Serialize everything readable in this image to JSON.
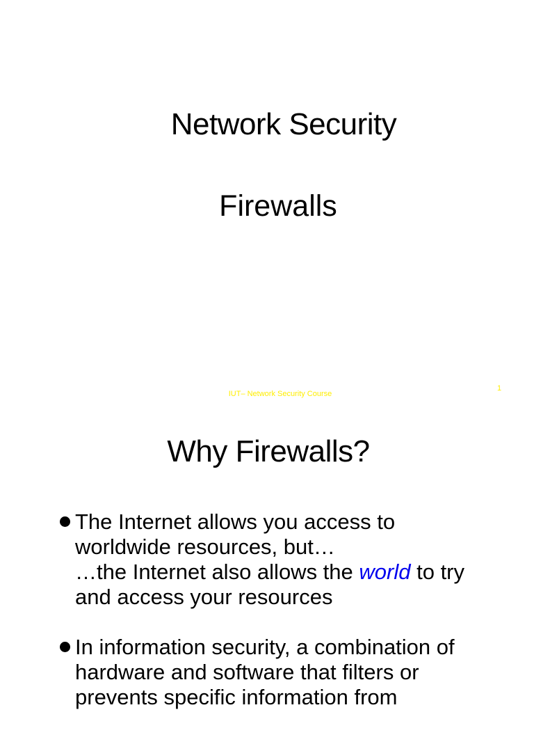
{
  "slide1": {
    "title": "Network Security",
    "subtitle": "Firewalls",
    "footer_course": "IUT– Network Security Course",
    "footer_page": "1"
  },
  "slide2": {
    "title": "Why Firewalls?",
    "bullet1": {
      "line1": "The Internet allows you access to",
      "line2": "worldwide resources, but…",
      "line3_before": "…the Internet also allows the ",
      "line3_emphasis": "world",
      "line3_after": " to try",
      "line4": "and access your resources"
    },
    "bullet2": {
      "line1": "In information security, a combination of",
      "line2": "hardware and software that filters or",
      "line3": "prevents specific information from"
    }
  },
  "colors": {
    "emphasis": "#0000ee",
    "footer": "#ffee00",
    "background": "#ffffff",
    "text": "#000000"
  }
}
